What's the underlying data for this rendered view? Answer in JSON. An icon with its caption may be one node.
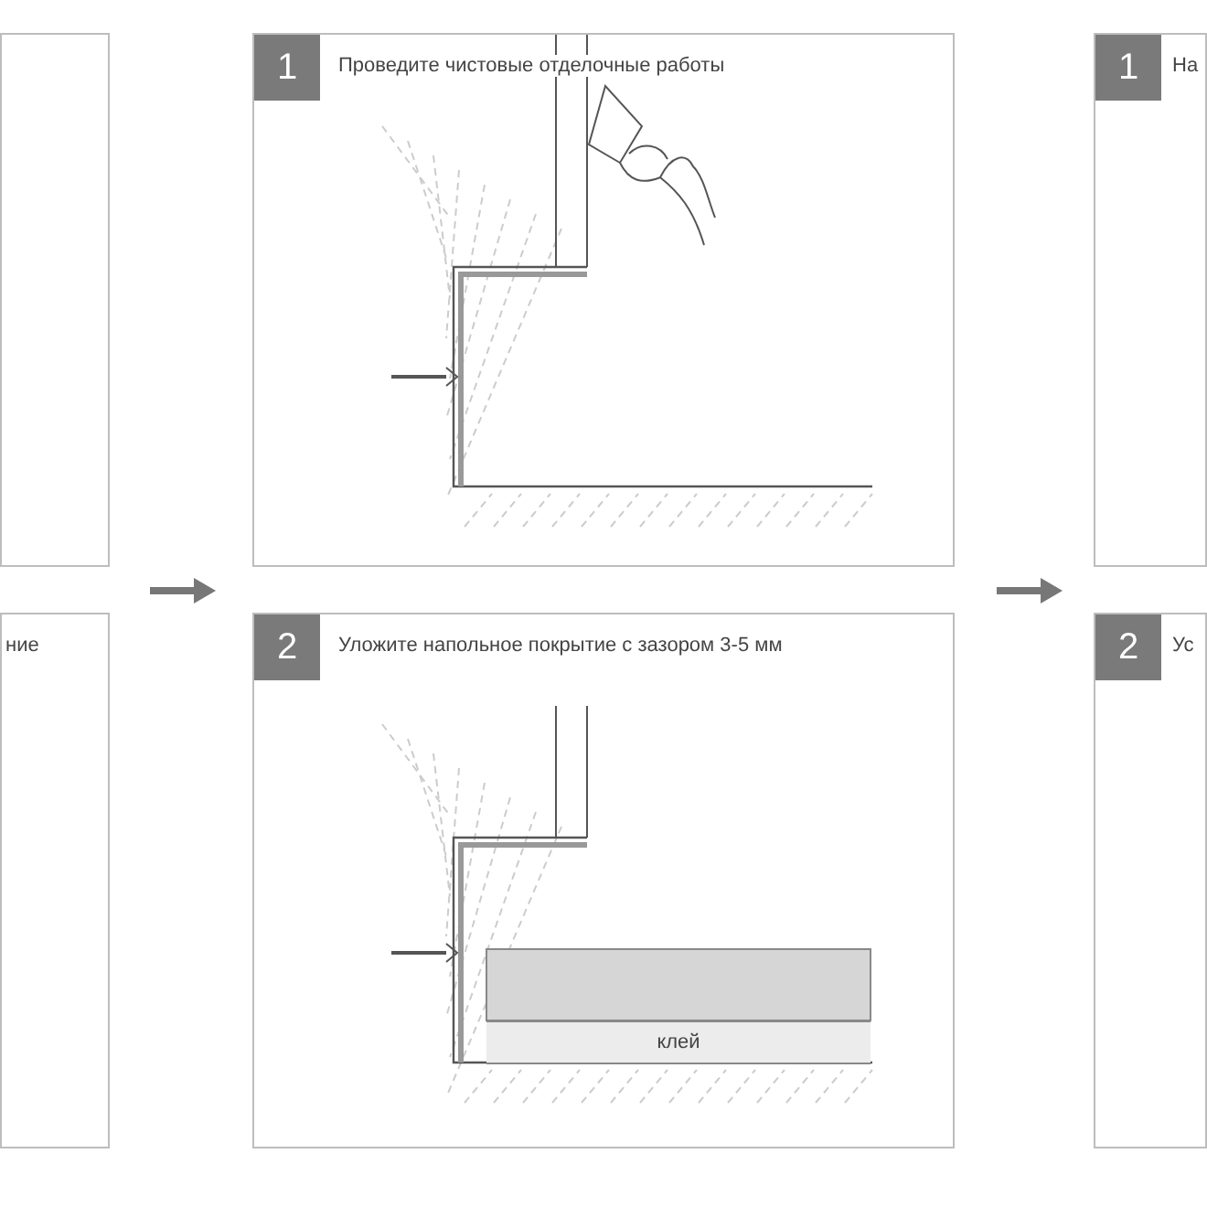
{
  "diagram": {
    "nodes": [
      {
        "text": [],
        "shape": "box"
      },
      {
        "text": [
          "1",
          "Проведите чистовые отделочные работы"
        ]
      },
      {
        "text": [
          "1",
          "На"
        ]
      },
      {
        "text": [
          "ние"
        ]
      },
      {
        "text": [
          "2",
          "Уложите напольное покрытие с зазором 3-5 мм"
        ]
      },
      {
        "text": [
          "клей"
        ],
        "in": 4
      },
      {
        "text": [
          "2",
          "Ус"
        ]
      }
    ]
  }
}
